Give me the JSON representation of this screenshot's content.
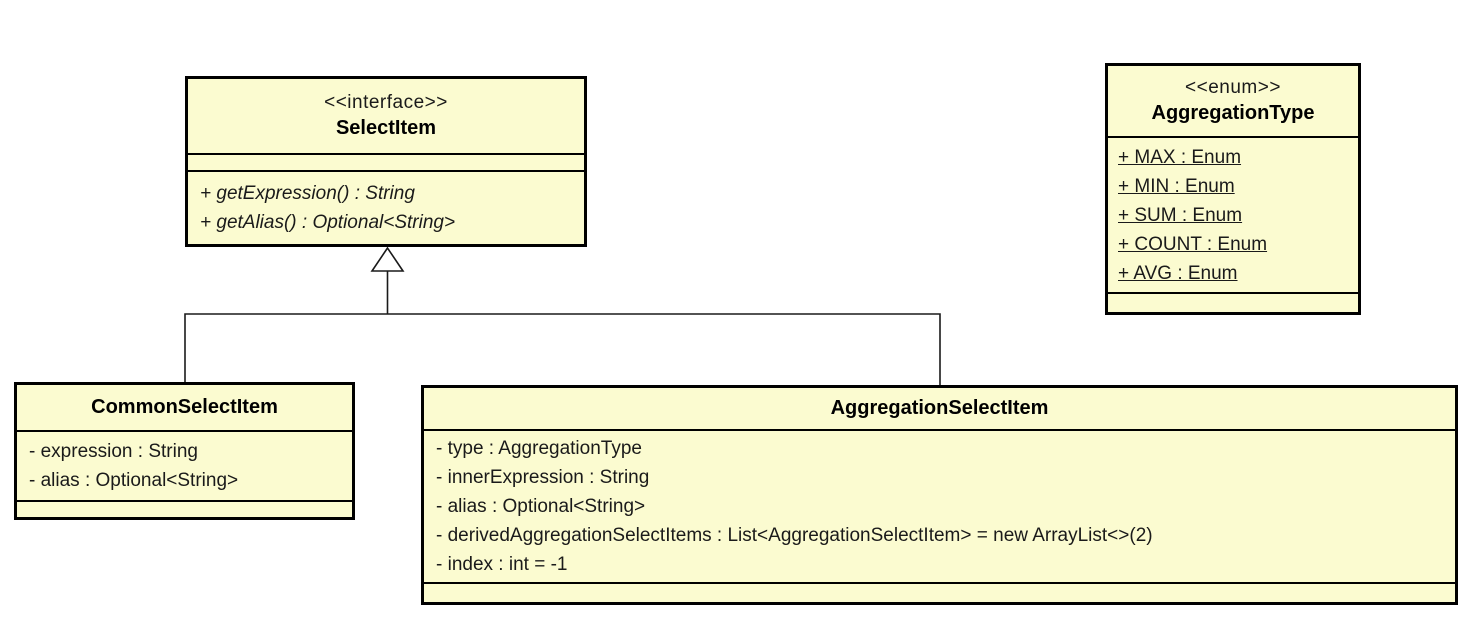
{
  "diagram": {
    "kind": "uml-class-diagram",
    "colors": {
      "box_fill": "#FBFBD0",
      "box_border": "#000000",
      "background": "#FFFFFF"
    },
    "classes": {
      "select_item": {
        "stereotype": "<<interface>>",
        "name": "SelectItem",
        "attributes": [],
        "methods": [
          "+ getExpression() : String",
          "+ getAlias() : Optional<String>"
        ]
      },
      "aggregation_type": {
        "stereotype": "<<enum>>",
        "name": "AggregationType",
        "attributes": [
          "+ MAX : Enum",
          "+ MIN : Enum",
          "+ SUM : Enum",
          "+ COUNT : Enum",
          "+ AVG : Enum"
        ],
        "methods": []
      },
      "common_select_item": {
        "name": "CommonSelectItem",
        "attributes": [
          "- expression : String",
          "- alias : Optional<String>"
        ],
        "methods": []
      },
      "aggregation_select_item": {
        "name": "AggregationSelectItem",
        "attributes": [
          "- type : AggregationType",
          "- innerExpression : String",
          "- alias : Optional<String>",
          "- derivedAggregationSelectItems : List<AggregationSelectItem> = new ArrayList<>(2)",
          "- index : int = -1"
        ],
        "methods": []
      }
    },
    "relations": [
      {
        "type": "generalization",
        "from": "CommonSelectItem",
        "to": "SelectItem"
      },
      {
        "type": "generalization",
        "from": "AggregationSelectItem",
        "to": "SelectItem"
      }
    ]
  }
}
